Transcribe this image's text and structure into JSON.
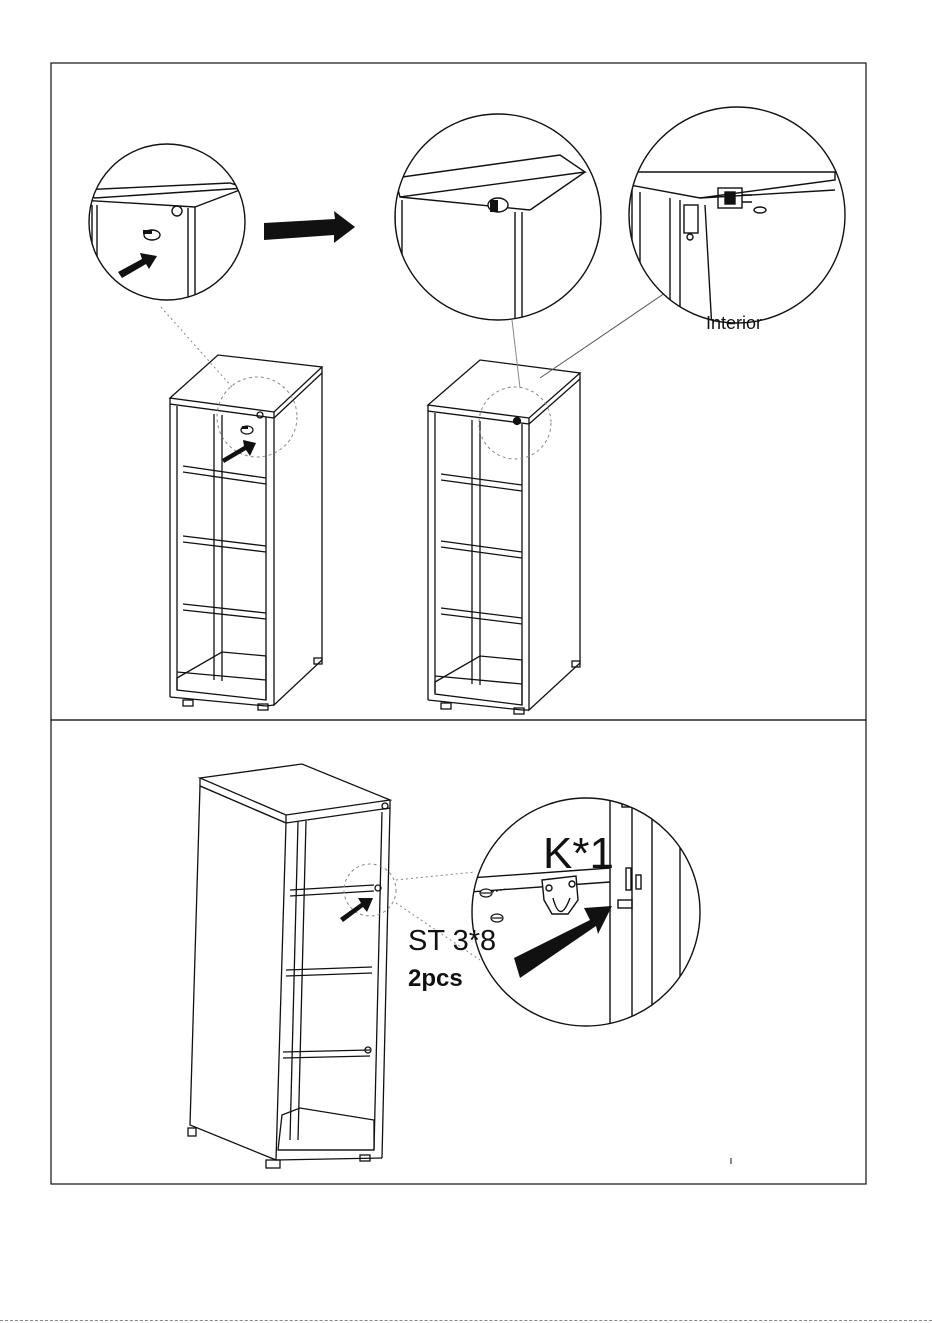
{
  "labels": {
    "interior": "Interior",
    "fitting": "K*1",
    "screw": "ST 3*8",
    "quantity": "2pcs"
  },
  "colors": {
    "line": "#111111",
    "fill": "#ffffff",
    "leader": "#888888"
  },
  "icons": {
    "arrow": "right-arrow-icon",
    "knob": "knob-icon",
    "screw": "screw-icon",
    "bracket": "bracket-icon"
  }
}
